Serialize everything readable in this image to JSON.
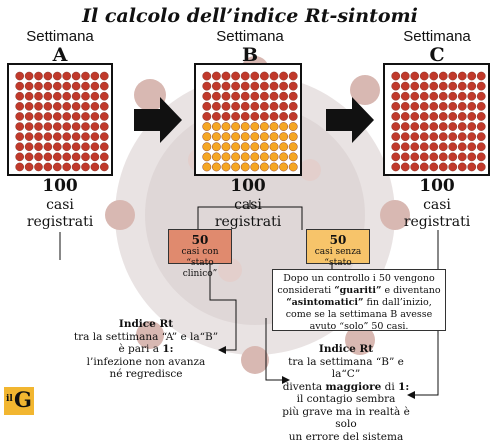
{
  "title": "Il calcolo dell’indice Rt-sintomi",
  "weeks": [
    {
      "label": "Settimana",
      "letter": "A",
      "count": "100",
      "caption_1": "casi",
      "caption_2": "registrati",
      "orange_rows": 0
    },
    {
      "label": "Settimana",
      "letter": "B",
      "count": "100",
      "caption_1": "casi",
      "caption_2": "registrati",
      "orange_rows": 5
    },
    {
      "label": "Settimana",
      "letter": "C",
      "count": "100",
      "caption_1": "casi",
      "caption_2": "registrati",
      "orange_rows": 0
    }
  ],
  "grid": {
    "rows": 10,
    "cols": 10
  },
  "colors": {
    "red_dot": "#c0392b",
    "orange_dot": "#f5a623",
    "red_box": "#e08a6e",
    "orange_box": "#f7c46a",
    "logo": "#f2b630"
  },
  "split": {
    "left": {
      "number": "50",
      "line1": "casi con",
      "line2": "“stato clinico”"
    },
    "right": {
      "number": "50",
      "line1": "casi senza",
      "line2": "“stato clinico”"
    }
  },
  "note": {
    "l1": "Dopo un controllo i 50 vengono",
    "l2a": "considerati ",
    "l2b": "“guariti”",
    "l2c": " e diventano",
    "l3a": "“asintomatici”",
    "l3b": " fin dall’inizio,",
    "l4": "come se la settimana B avesse",
    "l5": "avuto “solo” 50 casi."
  },
  "rt_ab": {
    "head": "Indice Rt",
    "l2": "tra la settimana “A” e la“B”",
    "l3a": "è pari a ",
    "l3b": "1:",
    "l4": "l’infezione non avanza",
    "l5": "né regredisce"
  },
  "rt_bc": {
    "head": "Indice Rt",
    "l2": "tra la settimana “B” e la“C”",
    "l3a": "diventa ",
    "l3b": "maggiore",
    "l3c": " di ",
    "l3d": "1:",
    "l4": "il contagio sembra",
    "l5": "più grave ma in realtà è solo",
    "l6": "un errore del sistema"
  },
  "logo": {
    "prefix": "il",
    "letter": "G"
  }
}
